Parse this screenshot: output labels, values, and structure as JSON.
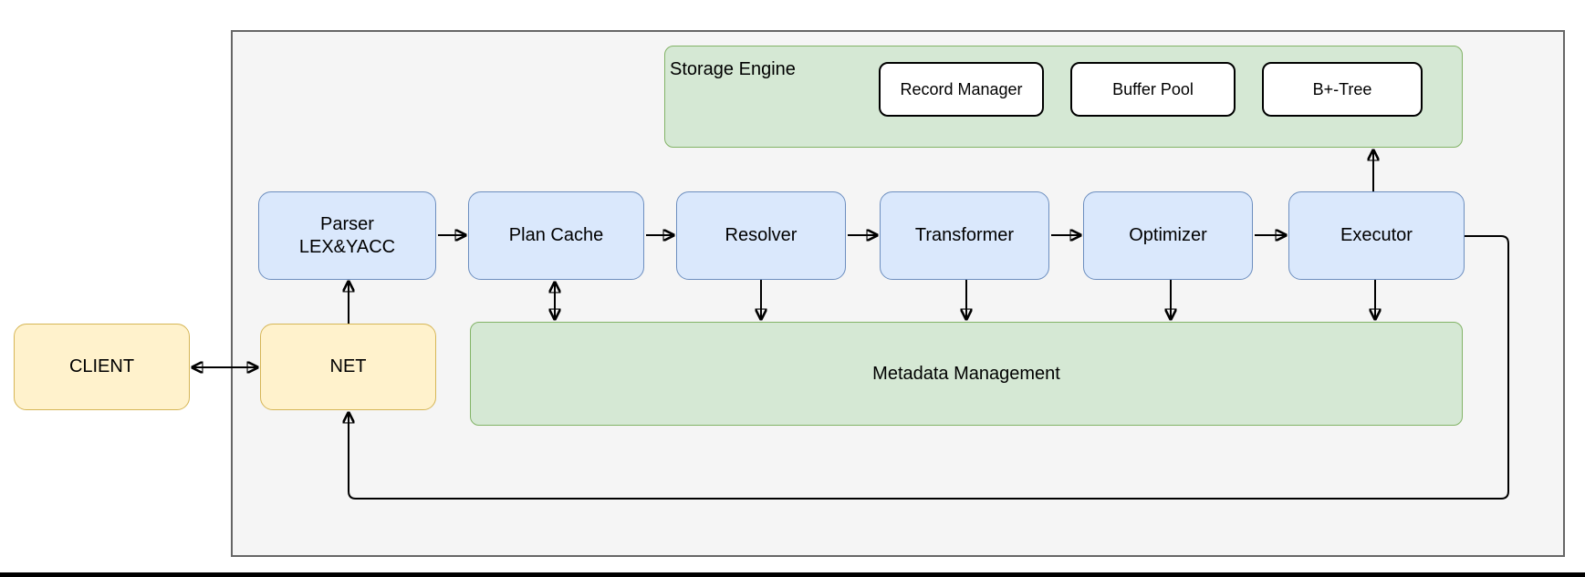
{
  "diagram": {
    "pipeline_nodes": {
      "client": "CLIENT",
      "net": "NET",
      "parser_title": "Parser",
      "parser_subtitle": "LEX&YACC",
      "plan_cache": "Plan Cache",
      "resolver": "Resolver",
      "transformer": "Transformer",
      "optimizer": "Optimizer",
      "executor": "Executor"
    },
    "storage_engine": {
      "label": "Storage Engine",
      "components": [
        "Record Manager",
        "Buffer Pool",
        "B+-Tree"
      ]
    },
    "metadata_management": {
      "label": "Metadata Management"
    },
    "colors": {
      "yellow_node_fill": "#FFF2CC",
      "yellow_node_border": "#D6B656",
      "blue_node_fill": "#DAE8FC",
      "blue_node_border": "#6C8EBF",
      "green_group_fill": "#D5E8D4",
      "green_group_border": "#82B366",
      "boundary_fill": "#F5F5F5",
      "boundary_border": "#666666",
      "arrow": "#000000"
    },
    "edges": [
      {
        "from": "CLIENT",
        "to": "NET",
        "type": "bidirectional"
      },
      {
        "from": "NET",
        "to": "Parser LEX&YACC",
        "type": "directed"
      },
      {
        "from": "Parser LEX&YACC",
        "to": "Plan Cache",
        "type": "directed"
      },
      {
        "from": "Plan Cache",
        "to": "Resolver",
        "type": "directed"
      },
      {
        "from": "Resolver",
        "to": "Transformer",
        "type": "directed"
      },
      {
        "from": "Transformer",
        "to": "Optimizer",
        "type": "directed"
      },
      {
        "from": "Optimizer",
        "to": "Executor",
        "type": "directed"
      },
      {
        "from": "Plan Cache",
        "to": "Metadata Management",
        "type": "bidirectional"
      },
      {
        "from": "Resolver",
        "to": "Metadata Management",
        "type": "directed"
      },
      {
        "from": "Transformer",
        "to": "Metadata Management",
        "type": "directed"
      },
      {
        "from": "Optimizer",
        "to": "Metadata Management",
        "type": "directed"
      },
      {
        "from": "Executor",
        "to": "Metadata Management",
        "type": "directed"
      },
      {
        "from": "Executor",
        "to": "Storage Engine",
        "type": "directed"
      },
      {
        "from": "Executor",
        "to": "NET",
        "type": "directed-loop"
      }
    ]
  }
}
